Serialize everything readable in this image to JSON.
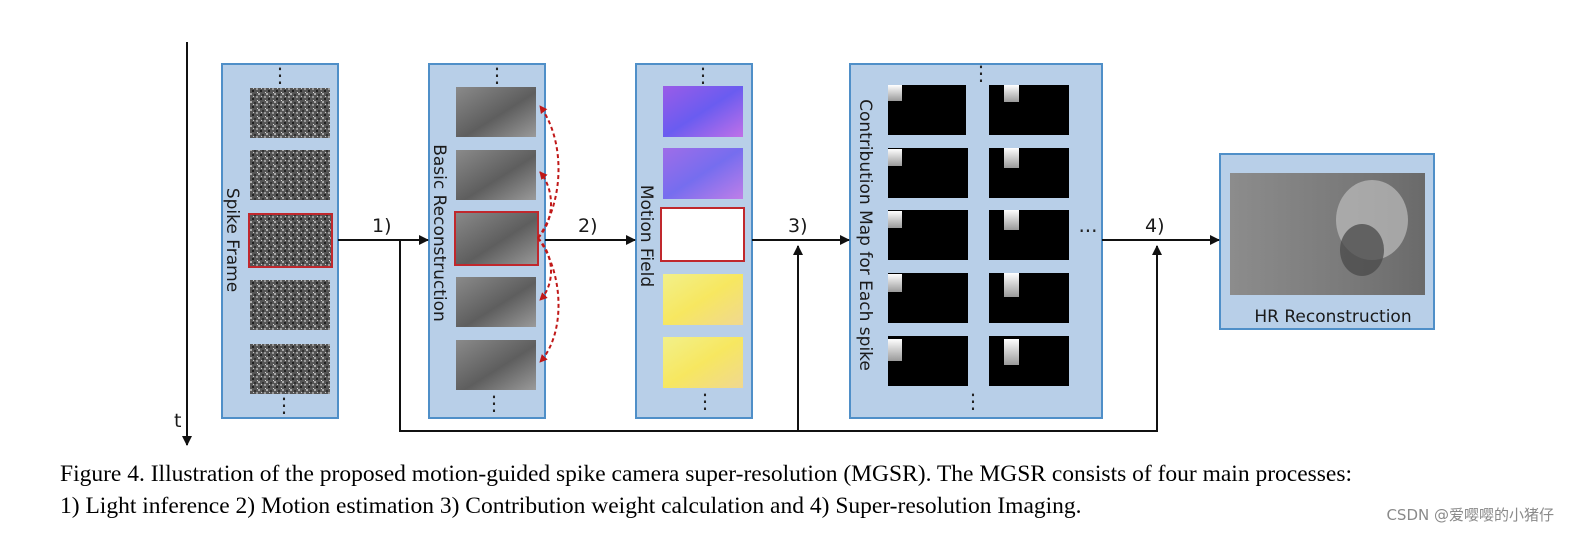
{
  "diagram": {
    "time_axis_label": "t",
    "panels": {
      "spike_frame": "Spike Frame",
      "basic_reconstruction": "Basic Reconstruction",
      "motion_field": "Motion Field",
      "contribution_map": "Contribution Map for Each spike",
      "hr_reconstruction": "HR Reconstruction"
    },
    "steps": [
      "1)",
      "2)",
      "3)",
      "4)"
    ],
    "ellipsis_vertical": "⋮",
    "ellipsis_horizontal": "···"
  },
  "caption": {
    "line1": "Figure 4. Illustration of the proposed motion-guided spike camera super-resolution (MGSR). The MGSR consists of four main processes:",
    "line2": "1) Light inference 2) Motion estimation 3) Contribution weight calculation and 4) Super-resolution Imaging."
  },
  "watermark": "CSDN @爱嘤嘤的小猪仔",
  "colors": {
    "panel_fill": "#b8cfe8",
    "panel_border": "#4f8fc8",
    "highlight_border": "#c0282d",
    "arrow": "#111111",
    "dashed_arrow": "#c01818"
  }
}
